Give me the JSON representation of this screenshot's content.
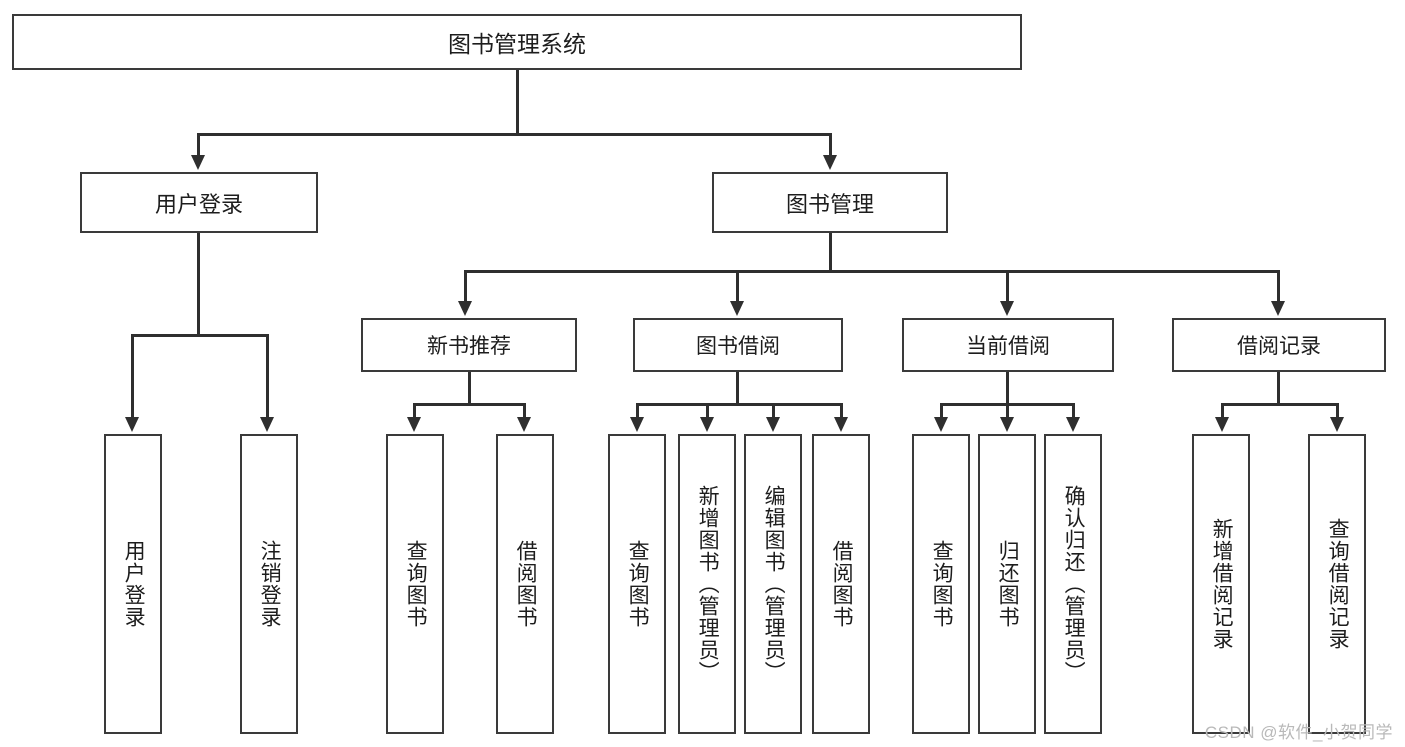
{
  "diagram": {
    "title": "图书管理系统",
    "type": "功能结构图",
    "watermark": "CSDN @软件_小贺同学",
    "root": {
      "label": "图书管理系统"
    },
    "level1": [
      {
        "label": "用户登录"
      },
      {
        "label": "图书管理"
      }
    ],
    "level2": [
      {
        "label": "新书推荐"
      },
      {
        "label": "图书借阅"
      },
      {
        "label": "当前借阅"
      },
      {
        "label": "借阅记录"
      }
    ],
    "leaves": {
      "user_login": [
        {
          "label": "用户登录"
        },
        {
          "label": "注销登录"
        }
      ],
      "new_book_recommend": [
        {
          "label": "查询图书"
        },
        {
          "label": "借阅图书"
        }
      ],
      "book_borrow": [
        {
          "label": "查询图书"
        },
        {
          "label": "新增图书（管理员）"
        },
        {
          "label": "编辑图书（管理员）"
        },
        {
          "label": "借阅图书"
        }
      ],
      "current_borrow": [
        {
          "label": "查询图书"
        },
        {
          "label": "归还图书"
        },
        {
          "label": "确认归还（管理员）"
        }
      ],
      "borrow_record": [
        {
          "label": "新增借阅记录"
        },
        {
          "label": "查询借阅记录"
        }
      ]
    },
    "colors": {
      "border": "#3a3a3a",
      "line": "#2f2f2f",
      "background": "#ffffff",
      "text": "#1d1d1d",
      "watermark": "#b9b9b9"
    }
  }
}
